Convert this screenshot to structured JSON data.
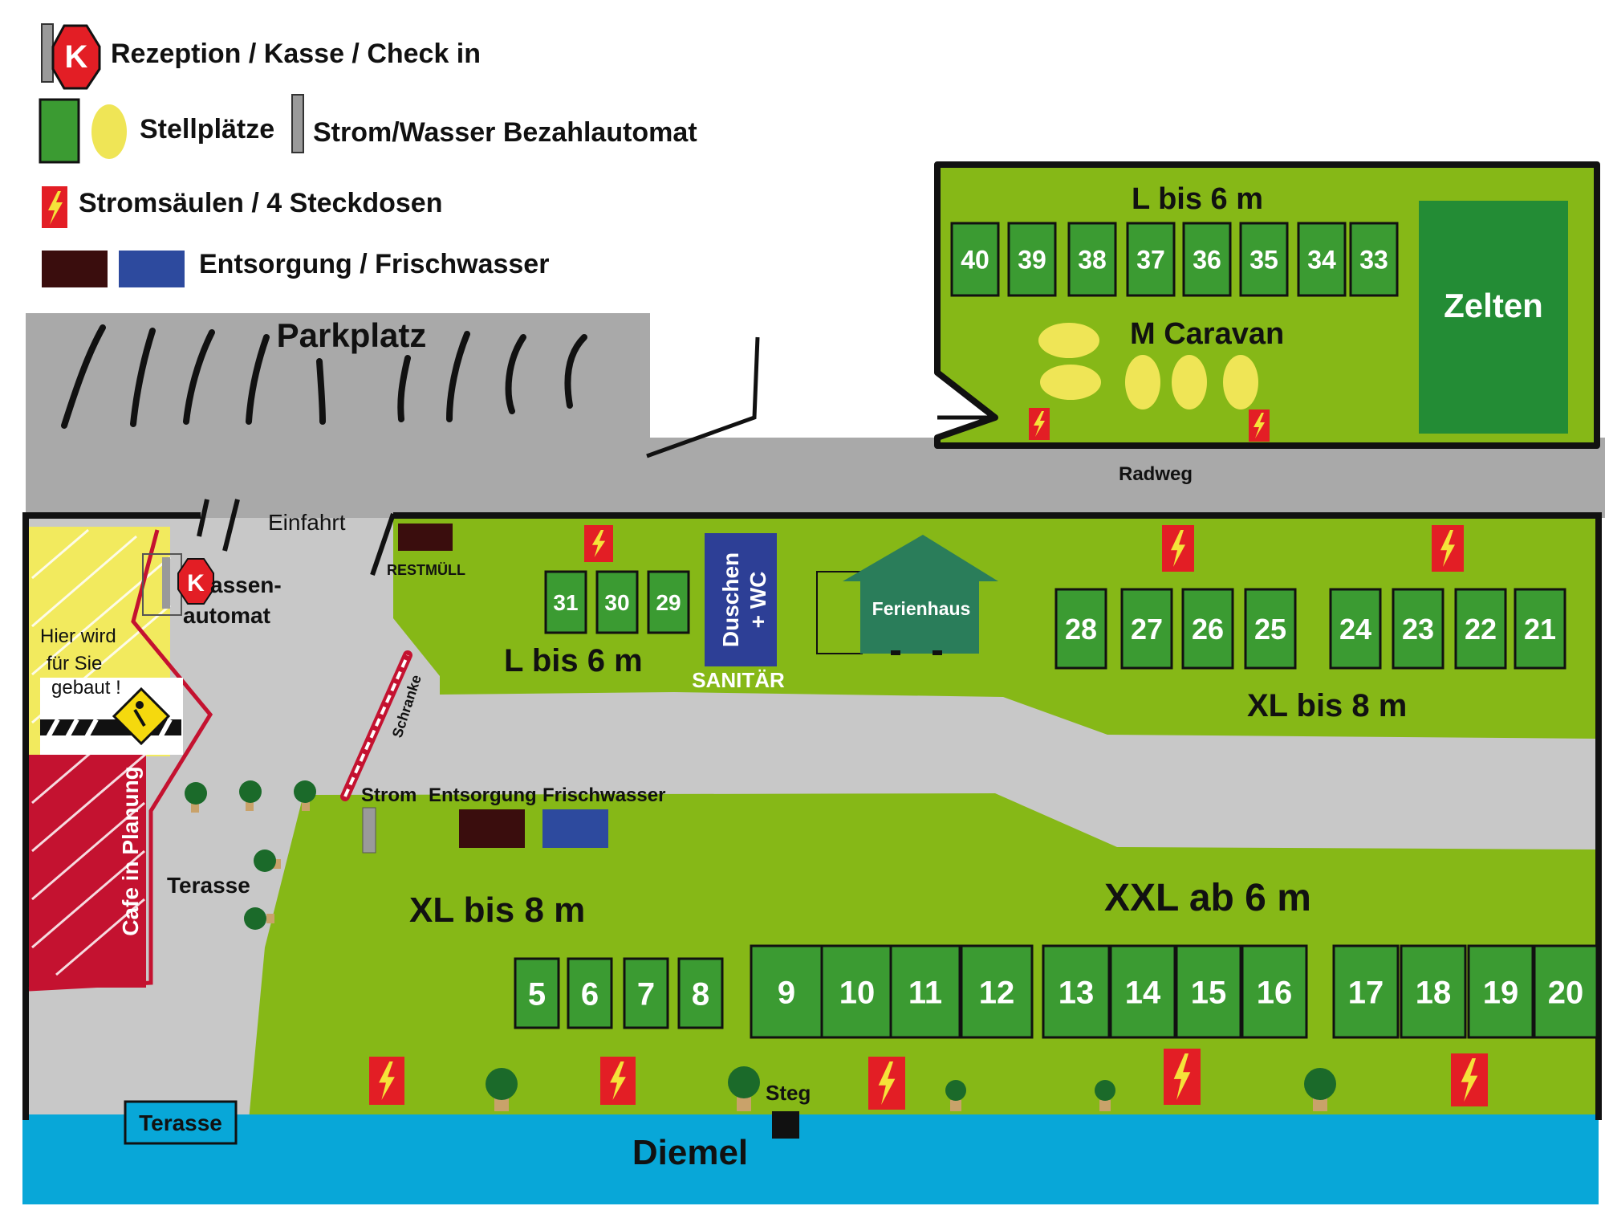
{
  "legend": {
    "reception_badge": "K",
    "reception": "Rezeption / Kasse / Check in",
    "pitches": "Stellplätze",
    "payment_machine": "Strom/Wasser  Bezahlautomat",
    "power_posts": "Stromsäulen / 4 Steckdosen",
    "disposal_water": "Entsorgung / Frischwasser"
  },
  "labels": {
    "parking": "Parkplatz",
    "bike_path": "Radweg",
    "entrance": "Einfahrt",
    "residual_waste": "RESTMÜLL",
    "kiosk_badge": "K",
    "kiosk_line1": "assen-",
    "kiosk_line2": "automat",
    "construction_line1": "Hier wird",
    "construction_line2": "für Sie",
    "construction_line3": "gebaut !",
    "cafe": "Cafe in Planung",
    "terrace": "Terasse",
    "terrace_water": "Terasse",
    "barrier": "Schranke",
    "power": "Strom",
    "disposal": "Entsorgung",
    "fresh_water": "Frischwasser",
    "showers_line1": "Duschen",
    "showers_line2": "+ WC",
    "sanitary": "SANITÄR",
    "holiday_home": "Ferienhaus",
    "tents": "Zelten",
    "jetty": "Steg",
    "river": "Diemel"
  },
  "zones": {
    "top_l": "L bis 6 m",
    "top_m": "M Caravan",
    "mid_l": "L bis 6 m",
    "mid_xl": "XL bis 8 m",
    "low_xl": "XL  bis 8 m",
    "low_xxl": "XXL  ab 6 m"
  },
  "pitches": {
    "top_row": [
      "40",
      "39",
      "38",
      "37",
      "36",
      "35",
      "34",
      "33"
    ],
    "mid_l_row": [
      "31",
      "30",
      "29"
    ],
    "mid_xl_row": [
      "28",
      "27",
      "26",
      "25",
      "24",
      "23",
      "22",
      "21"
    ],
    "bottom_row": [
      "5",
      "6",
      "7",
      "8",
      "9",
      "10",
      "11",
      "12",
      "13",
      "14",
      "15",
      "16",
      "17",
      "18",
      "19",
      "20"
    ]
  },
  "colors": {
    "grass": "#86b817",
    "pitch": "#3b9b32",
    "tent_area": "#238c35",
    "road": "#c8c8c8",
    "parking": "#a9a9a9",
    "river": "#08a7d8",
    "disposal": "#3a0d0d",
    "fresh_water": "#2d4a9e",
    "reception_red": "#e31e25",
    "oval_yellow": "#efe556",
    "cafe_red": "#c41230",
    "construction_yellow": "#f2ea5e",
    "sanitary_blue": "#2d3f96",
    "house_green": "#2a7d5a"
  }
}
